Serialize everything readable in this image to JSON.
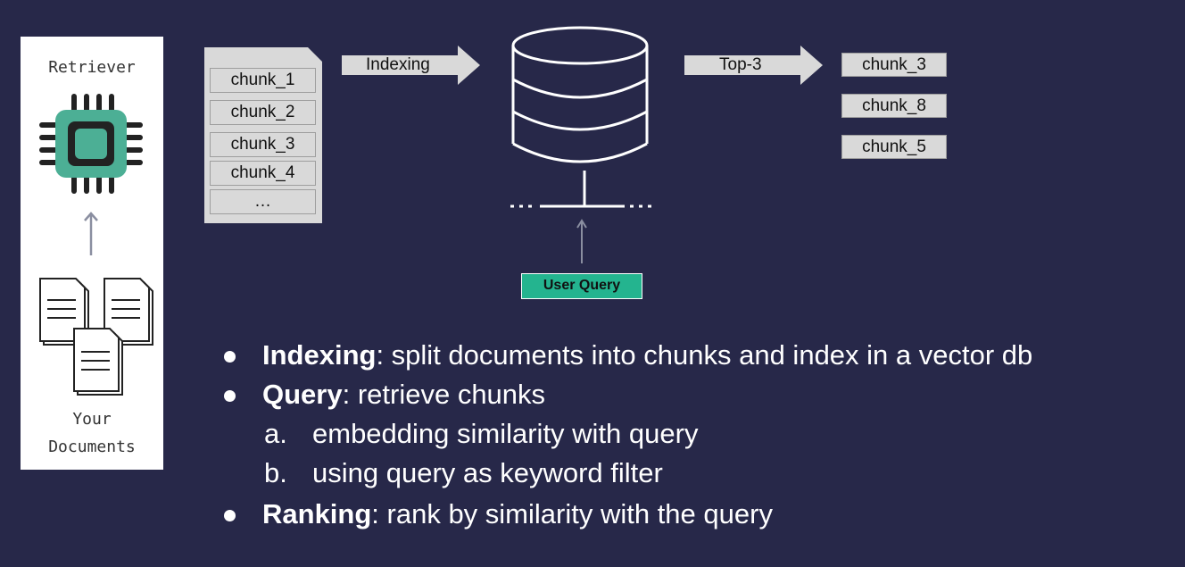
{
  "left_panel": {
    "retriever_label": "Retriever",
    "your_label": "Your",
    "documents_label": "Documents"
  },
  "chunk_doc": {
    "chunks": [
      "chunk_1",
      "chunk_2",
      "chunk_3",
      "chunk_4",
      "…"
    ]
  },
  "arrows": {
    "indexing_label": "Indexing",
    "top3_label": "Top-3"
  },
  "results": {
    "chunks": [
      "chunk_3",
      "chunk_8",
      "chunk_5"
    ]
  },
  "user_query": {
    "label": "User Query"
  },
  "bullets": {
    "indexing_term": "Indexing",
    "indexing_text": ": split documents into chunks and index in a vector db",
    "query_term": "Query",
    "query_text": ": retrieve chunks",
    "sub_a_marker": "a.",
    "sub_a_text": "embedding similarity with query",
    "sub_b_marker": "b.",
    "sub_b_text": "using query as keyword filter",
    "ranking_term": "Ranking",
    "ranking_text": ": rank by similarity with the query"
  },
  "colors": {
    "background": "#272849",
    "chip_teal": "#4caf95",
    "chip_dark": "#222222",
    "query_green": "#24b48f",
    "chunk_gray": "#d9d9d9"
  },
  "icons": [
    "cpu-chip-icon",
    "up-arrow-icon",
    "documents-icon",
    "database-icon",
    "right-arrow-icon"
  ]
}
